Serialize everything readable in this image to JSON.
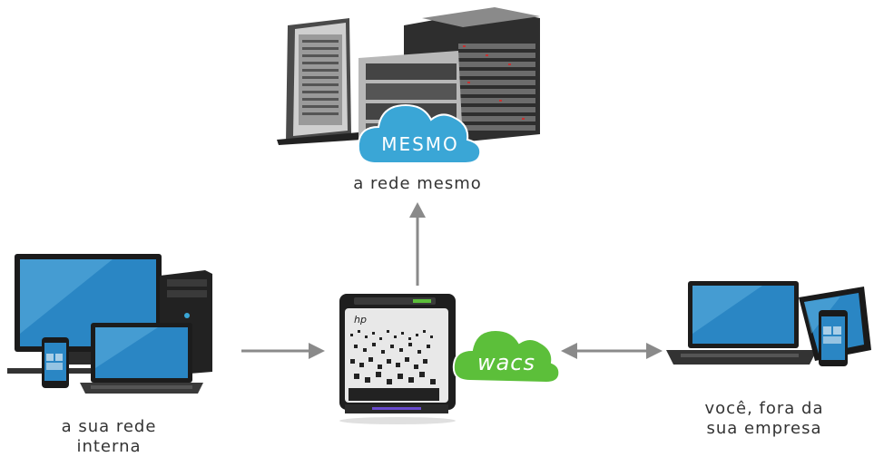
{
  "nodes": {
    "top": {
      "label": "a rede mesmo",
      "cloud_text": "MESMO",
      "cloud_color": "#3aa6d6"
    },
    "center": {
      "cloud_text": "wacs",
      "cloud_color": "#5cbf3a",
      "brand": "hp"
    },
    "left": {
      "label_line1": "a sua rede",
      "label_line2": "interna"
    },
    "right": {
      "label_line1": "você, fora da",
      "label_line2": "sua empresa"
    }
  },
  "arrows": [
    {
      "from": "left",
      "to": "center",
      "direction": "one-way"
    },
    {
      "from": "center",
      "to": "top",
      "direction": "one-way"
    },
    {
      "from": "center",
      "to": "right",
      "direction": "two-way"
    }
  ],
  "colors": {
    "arrow": "#8a8a8a",
    "screen": "#2a86c4"
  }
}
